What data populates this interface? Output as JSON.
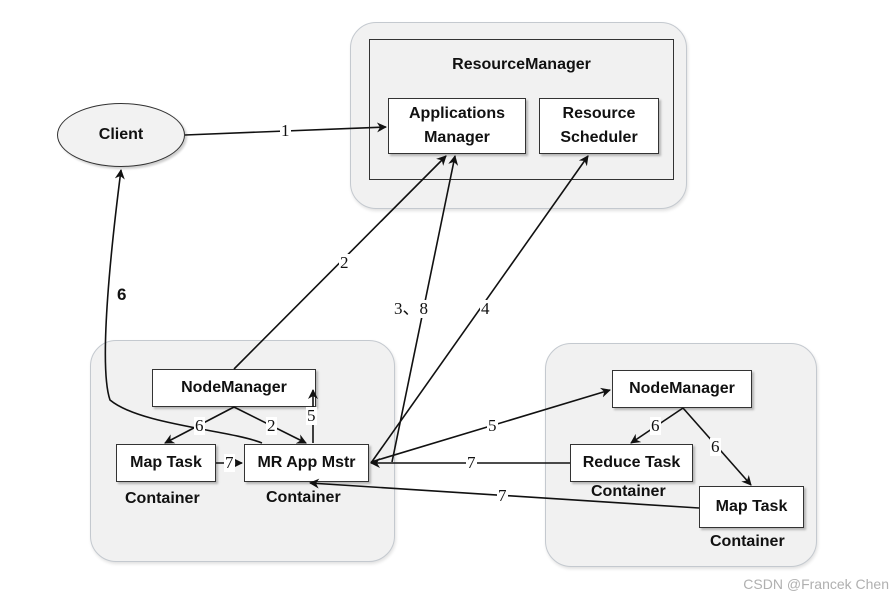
{
  "resource_manager": {
    "title": "ResourceManager",
    "applications_manager": "Applications\nManager",
    "resource_scheduler": "Resource\nScheduler"
  },
  "client": {
    "label": "Client"
  },
  "left_node": {
    "node_manager": "NodeManager",
    "map_task": "Map Task",
    "map_task_container": "Container",
    "mr_app_master": "MR App Mstr",
    "mr_app_master_container": "Container"
  },
  "right_node": {
    "node_manager": "NodeManager",
    "reduce_task": "Reduce Task",
    "reduce_task_container": "Container",
    "map_task": "Map Task",
    "map_task_container": "Container"
  },
  "steps": {
    "client_to_appmgr": "1",
    "nodemgr_to_appmgr": "2",
    "appmaster_to_appmgr": "3、8",
    "appmaster_to_scheduler": "4",
    "appmaster_to_client": "6",
    "nodemgr_to_maptask": "6",
    "nodemgr_to_appmaster": "2",
    "appmaster_to_nodemgr": "5",
    "appmaster_to_right_nodemgr": "5",
    "right_nodemgr_to_reduce": "6",
    "right_nodemgr_to_maptask": "6",
    "maptask_to_appmaster": "7",
    "reduce_to_appmaster": "7",
    "right_maptask_to_appmaster": "7"
  },
  "watermark": "CSDN @Francek Chen"
}
